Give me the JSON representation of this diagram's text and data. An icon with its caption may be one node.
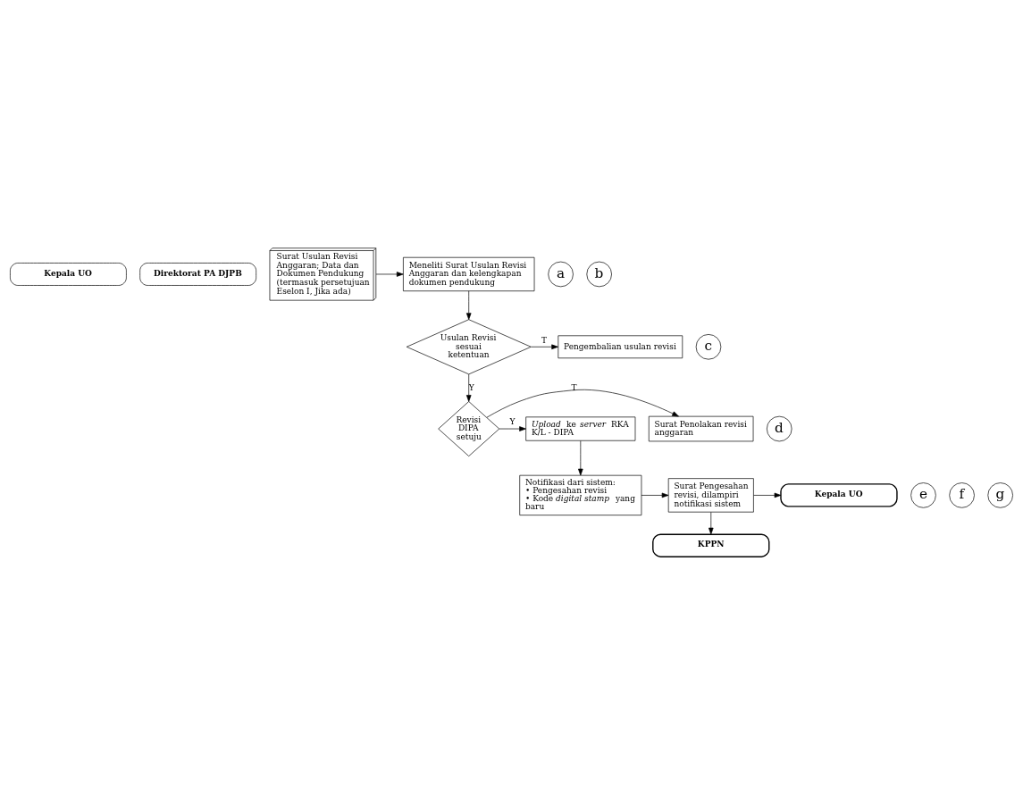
{
  "diagram": {
    "nodes": [
      {
        "text": [
          "Kepala UO"
        ]
      },
      {
        "text": [
          "Direktorat PA DJPB"
        ]
      },
      {
        "text": [
          "Surat Usulan Revisi Anggaran; Data dan Dokumen Pendukung (termasuk persetujuan Eselon I, Jika ada)"
        ]
      },
      {
        "text": [
          "Meneliti Surat Usulan Revisi Anggaran dan kelengkapan dokumen pendukung"
        ]
      },
      {
        "text": [
          "Usulan Revisi sesuai ketentuan"
        ]
      },
      {
        "text": [
          "Pengembalian usulan revisi"
        ]
      },
      {
        "text": [
          "Revisi DIPA setuju"
        ]
      },
      {
        "text": [
          "Surat Penolakan revisi anggaran"
        ]
      },
      {
        "text": [
          "*Upload* ke *server* RKA K/L - DIPA"
        ]
      },
      {
        "text": [
          "Notifikasi dari sistem:",
          "• Pengesahan revisi",
          "• Kode *digital stamp* yang baru"
        ]
      },
      {
        "text": [
          "Surat Pengesahan revisi, dilampiri notifikasi sistem"
        ]
      },
      {
        "text": [
          "Kepala UO"
        ]
      },
      {
        "text": [
          "KPPN"
        ]
      },
      {
        "text": [
          "a"
        ]
      },
      {
        "text": [
          "b"
        ]
      },
      {
        "text": [
          "c"
        ]
      },
      {
        "text": [
          "d"
        ]
      },
      {
        "text": [
          "e"
        ]
      },
      {
        "text": [
          "f"
        ]
      },
      {
        "text": [
          "g"
        ]
      }
    ],
    "edges": [
      {
        "from": 2,
        "to": 3,
        "arrow": "to"
      },
      {
        "from": 3,
        "to": 4,
        "arrow": "to"
      },
      {
        "from": 4,
        "to": 5,
        "arrow": "to",
        "label": "T"
      },
      {
        "from": 4,
        "to": 6,
        "arrow": "to",
        "label": "Y"
      },
      {
        "from": 6,
        "to": 7,
        "arrow": "to",
        "label": "T"
      },
      {
        "from": 6,
        "to": 8,
        "arrow": "to",
        "label": "Y"
      },
      {
        "from": 8,
        "to": 9,
        "arrow": "to"
      },
      {
        "from": 9,
        "to": 10,
        "arrow": "to"
      },
      {
        "from": 10,
        "to": 11,
        "arrow": "to"
      },
      {
        "from": 10,
        "to": 12,
        "arrow": "to"
      }
    ]
  }
}
